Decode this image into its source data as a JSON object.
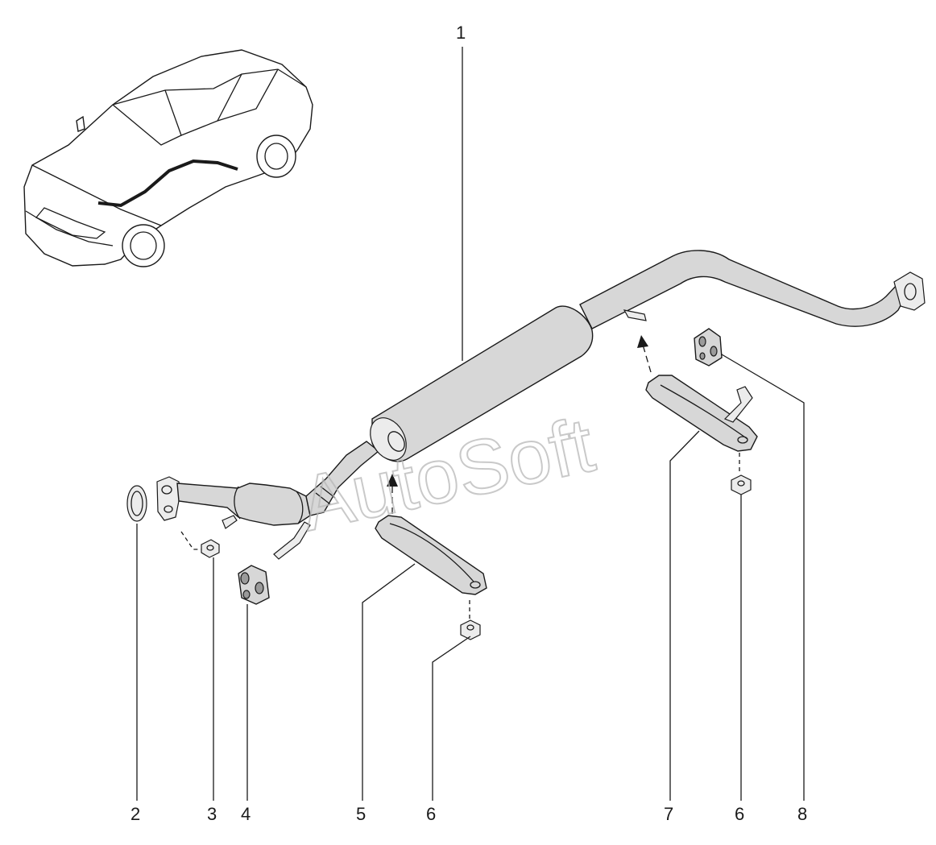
{
  "watermark": "AutoSoft",
  "callouts": {
    "p1": "1",
    "p2": "2",
    "p3": "3",
    "p4": "4",
    "p5": "5",
    "p6a": "6",
    "p7": "7",
    "p6b": "6",
    "p8": "8"
  },
  "colors": {
    "line": "#1a1a1a",
    "part_fill": "#d7d7d7",
    "watermark": "#b8b8b8"
  }
}
